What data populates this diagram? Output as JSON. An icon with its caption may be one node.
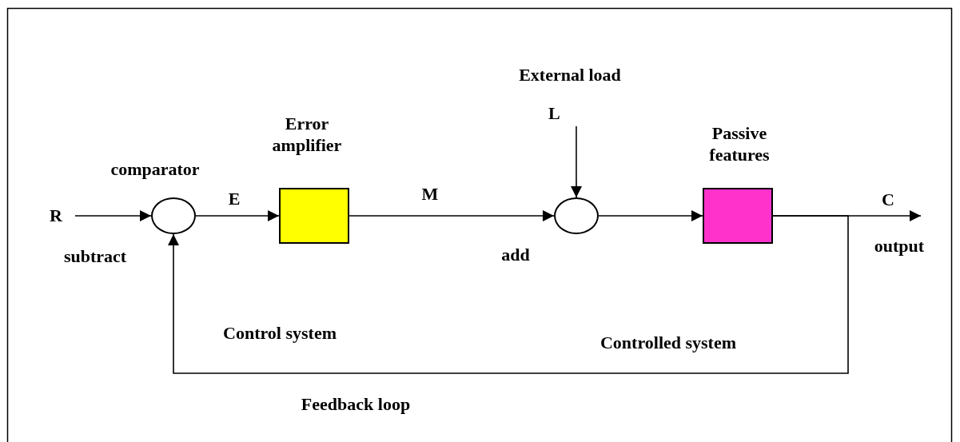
{
  "diagram": {
    "nodes": [
      {
        "text": [
          "R"
        ]
      },
      {
        "text": [],
        "shape": "circle",
        "beside": [
          "comparator",
          "subtract"
        ]
      },
      {
        "text": [
          "Error amplifier"
        ]
      },
      {
        "text": [],
        "shape": "circle",
        "beside": [
          "add"
        ]
      },
      {
        "text": [
          "L"
        ],
        "beside": [
          "External load"
        ]
      },
      {
        "text": [
          "Passive features"
        ]
      }
    ],
    "edges": [
      {
        "from": 0,
        "to": 1,
        "arrow": "to"
      },
      {
        "from": 1,
        "to": 2,
        "arrow": "to",
        "label": "E"
      },
      {
        "from": 2,
        "to": 3,
        "arrow": "to",
        "label": "M"
      },
      {
        "from": 4,
        "to": 3,
        "arrow": "to"
      },
      {
        "from": 3,
        "to": 5,
        "arrow": "to"
      },
      {
        "from": 5,
        "to": null,
        "arrow": "to",
        "label": "C"
      },
      {
        "from": 5,
        "to": 1,
        "arrow": "to"
      }
    ],
    "labels": [
      "output",
      "Control system",
      "Controlled system",
      "Feedback loop"
    ]
  }
}
